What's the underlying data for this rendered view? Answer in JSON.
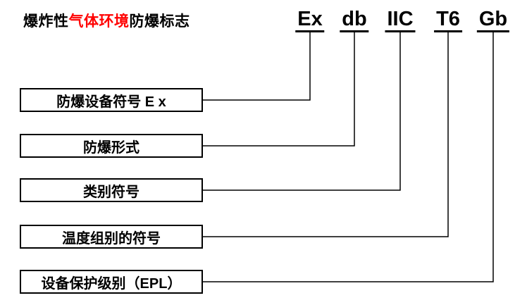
{
  "title": {
    "part1": "爆炸性",
    "part2": "气体环境",
    "part3": "防爆标志",
    "highlight_color": "#ff0000"
  },
  "marking": {
    "symbols": [
      {
        "id": "ex",
        "text": "Ex"
      },
      {
        "id": "db",
        "text": "db"
      },
      {
        "id": "iic",
        "text": "IIC"
      },
      {
        "id": "t6",
        "text": "T6"
      },
      {
        "id": "gb",
        "text": "Gb"
      }
    ]
  },
  "labels": [
    {
      "text": "防爆设备符号 E x"
    },
    {
      "text": "防爆形式"
    },
    {
      "text": "类别符号"
    },
    {
      "text": "温度组别的符号"
    },
    {
      "text": "设备保护级别（EPL）"
    }
  ],
  "colors": {
    "background": "#ffffff",
    "text": "#000000",
    "line": "#000000",
    "highlight": "#ff0000"
  }
}
